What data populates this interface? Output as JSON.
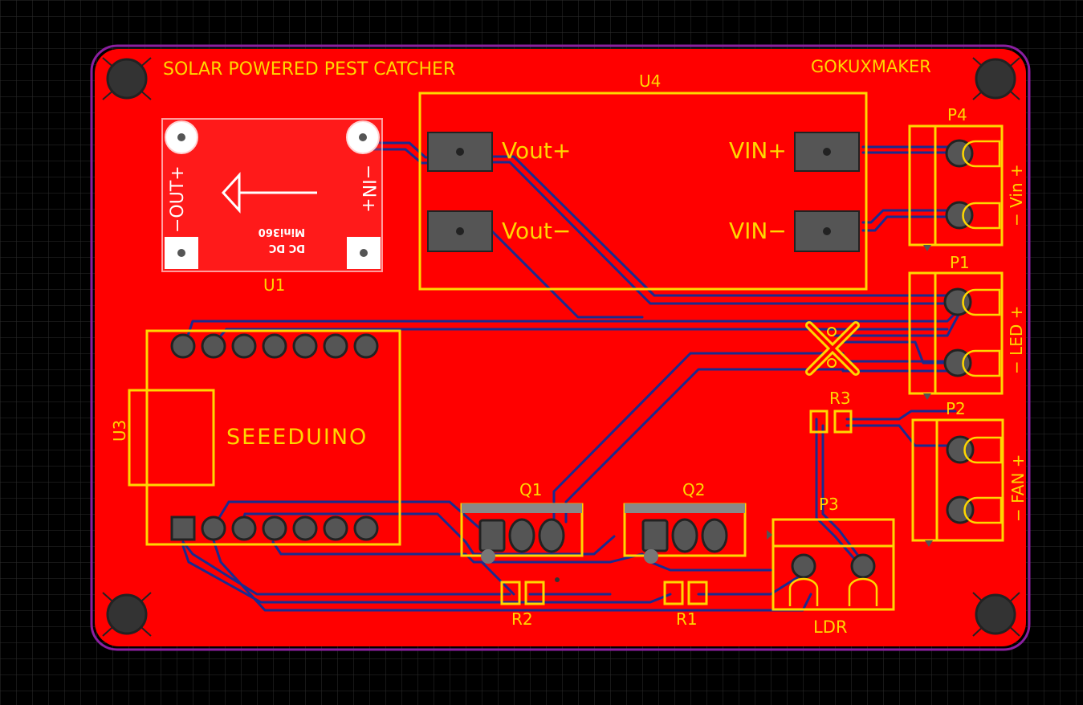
{
  "colors": {
    "background": "#000000",
    "grid": "#3a3a3a",
    "board_fill": "#ff0000",
    "board_outline": "#8b1fa0",
    "silkscreen": "#ffd700",
    "trace": "#1a2b8f",
    "pad_gray": "#555555",
    "pad_white": "#ffffff"
  },
  "board": {
    "title": "SOLAR POWERED PEST CATCHER",
    "author": "GOKUXMAKER"
  },
  "components": {
    "u1": {
      "designator": "U1",
      "label_out": "−OUT+",
      "label_in": "−IN+",
      "line1": "DC DC",
      "line2": "Mini360",
      "icon": "arrow-left-icon"
    },
    "u4": {
      "designator": "U4",
      "vout_pos": "Vout+",
      "vout_neg": "Vout−",
      "vin_pos": "VIN+",
      "vin_neg": "VIN−"
    },
    "u3": {
      "designator": "U3",
      "label": "SEEEDUINO"
    },
    "p4": {
      "designator": "P4",
      "label": "− Vin +"
    },
    "p1": {
      "designator": "P1",
      "label": "− LED +"
    },
    "p2": {
      "designator": "P2",
      "label": "− FAN +"
    },
    "p3": {
      "designator": "P3",
      "label": "LDR"
    },
    "q1": {
      "designator": "Q1"
    },
    "q2": {
      "designator": "Q2"
    },
    "r1": {
      "designator": "R1"
    },
    "r2": {
      "designator": "R2"
    },
    "r3": {
      "designator": "R3"
    }
  }
}
